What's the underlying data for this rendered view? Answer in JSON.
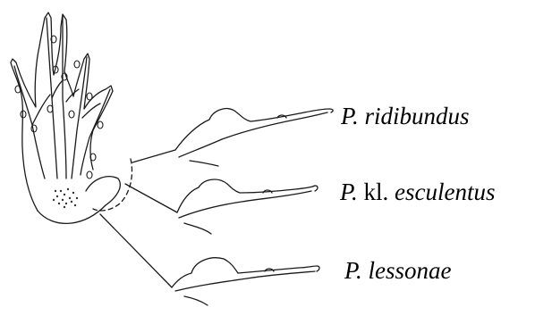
{
  "labels": [
    {
      "genus": "P.",
      "kl": "",
      "species": "ridibundus"
    },
    {
      "genus": "P.",
      "kl": "kl.",
      "species": "esculentus"
    },
    {
      "genus": "P.",
      "kl": "",
      "species": "lessonae"
    }
  ],
  "colors": {
    "ink": "#000000",
    "paper": "#ffffff"
  }
}
